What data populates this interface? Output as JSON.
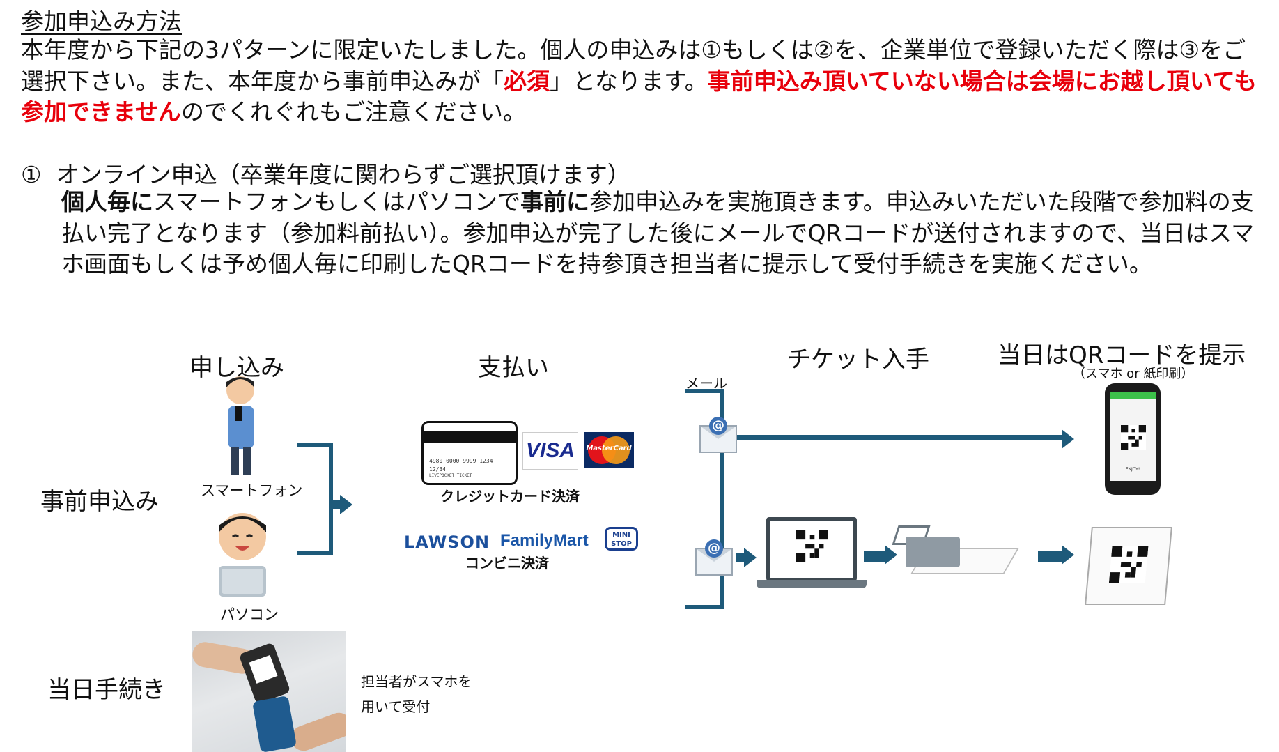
{
  "section": {
    "heading": "参加申込み方法",
    "intro": {
      "t1": "本年度から下記の3パターンに限定いたしました。個人の申込みは①もしくは②を、企業単位で登録いただく際は③をご選択下さい。また、本年度から事前申込みが「",
      "t2_red": "必須",
      "t3": "」となります。",
      "t4_red": "事前申込み頂いていない場合は会場にお越し頂いても参加できません",
      "t5": "のでくれぐれもご注意ください。"
    },
    "option1": {
      "num": "①",
      "title": "オンライン申込（卒業年度に関わらずご選択頂けます）",
      "b1": "個人毎に",
      "t1": "スマートフォンもしくはパソコンで",
      "b2": "事前に",
      "t2": "参加申込みを実施頂きます。申込みいただいた段階で参加料の支払い完了となります（参加料前払い）。参加申込が完了した後にメールでQRコードが送付されますので、当日はスマホ画面もしくは予め個人毎に印刷したQRコードを持参頂き担当者に提示して受付手続きを実施ください。"
    }
  },
  "diagram": {
    "col_apply": "申し込み",
    "col_pay": "支払い",
    "col_ticket": "チケット入手",
    "col_show": "当日はQRコードを提示",
    "col_show_sub": "（スマホ or 紙印刷）",
    "row_pre": "事前申込み",
    "row_day": "当日手続き",
    "smartphone": "スマートフォン",
    "pc": "パソコン",
    "card_number": "4980 0000 9999 1234",
    "card_sub": "12/34",
    "card_sub2": "LIVEPOCKET TICKET",
    "visa": "VISA",
    "mastercard": "MasterCard",
    "credit_label": "クレジットカード決済",
    "lawson": "LAWSON",
    "familymart": "FamilyMart",
    "ministop": "MINI STOP",
    "convenience_label": "コンビニ決済",
    "mail": "メール",
    "at": "@",
    "staff_note_1": "担当者がスマホを",
    "staff_note_2": "用いて受付",
    "phone_brand": "ENJOY!"
  }
}
